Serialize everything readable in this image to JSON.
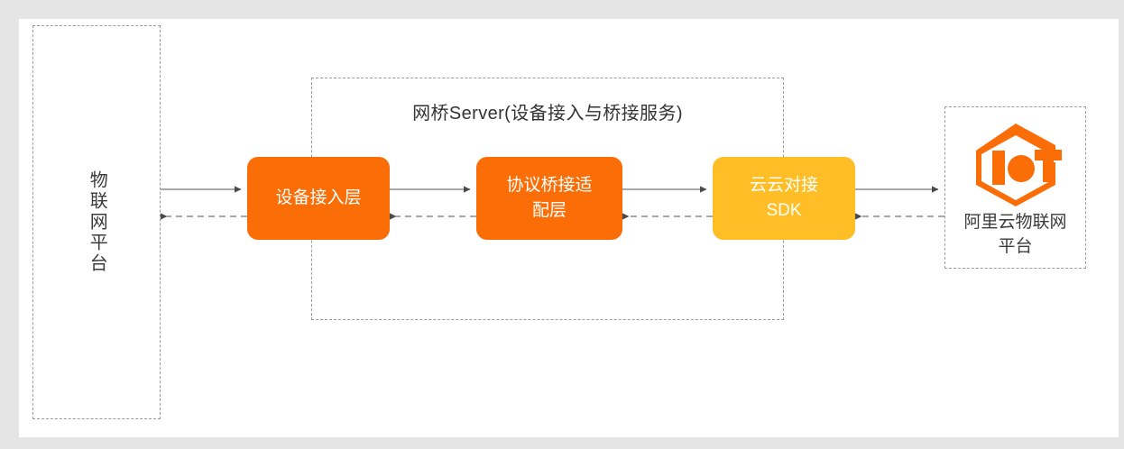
{
  "diagram": {
    "title": "网桥Server(设备接入与桥接服务)",
    "left_platform": {
      "label": "物联网平台"
    },
    "bridge_server": {
      "title": "网桥Server(设备接入与桥接服务)",
      "nodes": [
        {
          "id": "device-access",
          "label": "设备接入层",
          "color": "#fb6e07"
        },
        {
          "id": "protocol-adapter",
          "label": "协议桥接适配层",
          "color": "#fb6e07"
        },
        {
          "id": "cloud-sdk",
          "label": "云云对接SDK",
          "color": "#ffbe26"
        }
      ]
    },
    "right_platform": {
      "logo_name": "aliyun-iot-logo",
      "label_line1": "阿里云物联网",
      "label_line2": "平台"
    },
    "connections": [
      {
        "from": "物联网平台",
        "to": "设备接入层",
        "style": "solid",
        "direction": "right"
      },
      {
        "from": "设备接入层",
        "to": "物联网平台",
        "style": "dashed",
        "direction": "left"
      },
      {
        "from": "设备接入层",
        "to": "协议桥接适配层",
        "style": "solid",
        "direction": "right"
      },
      {
        "from": "协议桥接适配层",
        "to": "设备接入层",
        "style": "dashed",
        "direction": "left"
      },
      {
        "from": "协议桥接适配层",
        "to": "云云对接SDK",
        "style": "solid",
        "direction": "right"
      },
      {
        "from": "云云对接SDK",
        "to": "协议桥接适配层",
        "style": "dashed",
        "direction": "left"
      },
      {
        "from": "云云对接SDK",
        "to": "阿里云物联网平台",
        "style": "solid",
        "direction": "right"
      },
      {
        "from": "阿里云物联网平台",
        "to": "云云对接SDK",
        "style": "dashed",
        "direction": "left"
      }
    ],
    "colors": {
      "orange": "#fb6e07",
      "amber": "#ffbe26",
      "dashed_border": "#9a9a9a",
      "arrow": "#8c8c8c",
      "canvas": "#ffffff",
      "page_background": "#e5e5e5",
      "text": "#3b3b3b"
    }
  }
}
